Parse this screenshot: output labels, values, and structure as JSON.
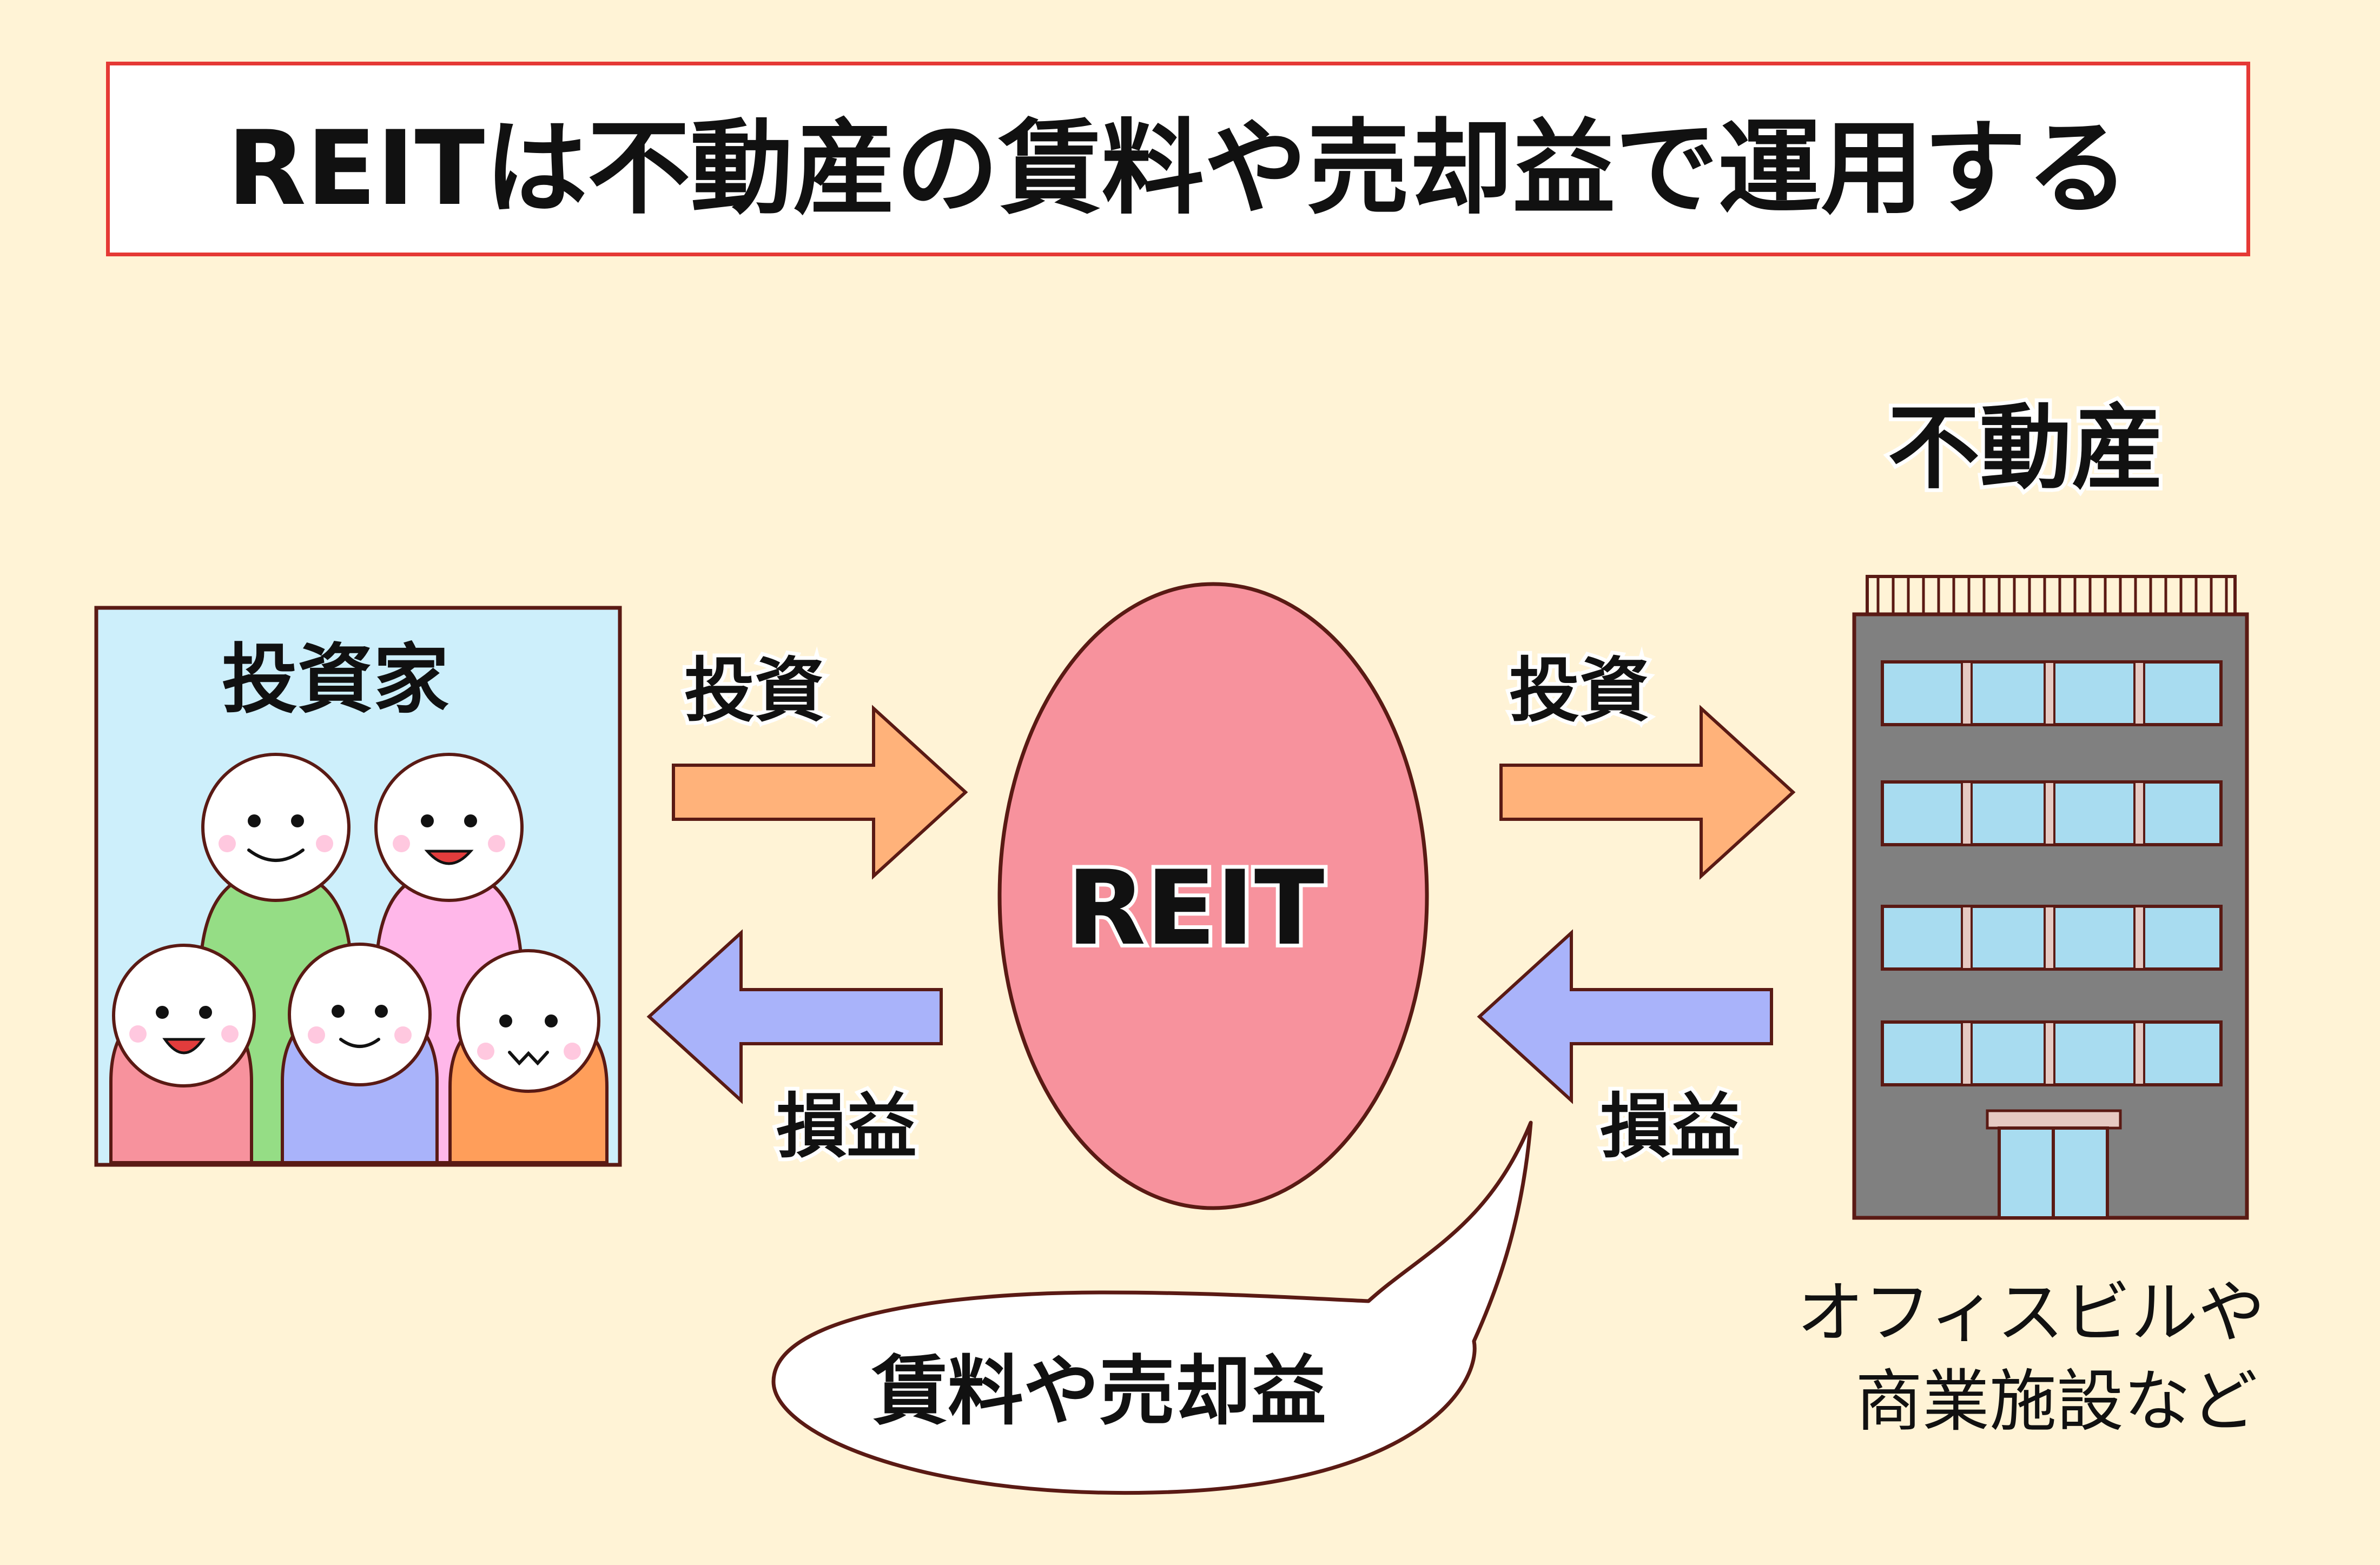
{
  "title": "REITは不動産の賃料や売却益で運用する",
  "investors": {
    "label": "投資家"
  },
  "reit": {
    "label": "REIT"
  },
  "property": {
    "label": "不動産",
    "caption_line1": "オフィスビルや",
    "caption_line2": "商業施設など"
  },
  "arrows": {
    "invest_left": "投資",
    "profit_left": "損益",
    "invest_right": "投資",
    "profit_right": "損益"
  },
  "speech_bubble": {
    "text": "賃料や売却益"
  },
  "colors": {
    "background": "#fff3d6",
    "title_border": "#e53935",
    "investor_panel": "#cdeffb",
    "reit_ellipse": "#f7929d",
    "invest_arrow": "#ffb27a",
    "profit_arrow": "#a9b3fa",
    "building": "#808080",
    "window": "#a8dcf0",
    "outline": "#5a1a14"
  }
}
